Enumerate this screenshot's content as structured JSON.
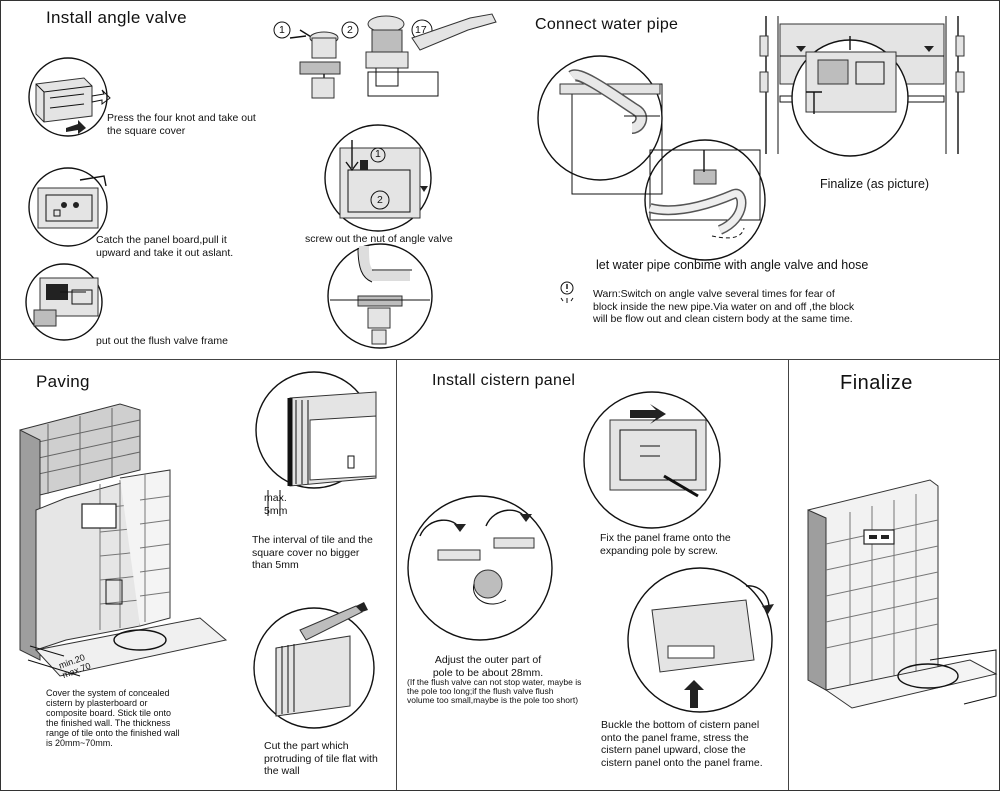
{
  "sections": {
    "install_angle_valve": {
      "title": "Install  angle valve",
      "step1": "Press the four knot and take out the square cover",
      "step2": "Catch the panel board,pull it upward and take it out aslant.",
      "step3": "put out the flush valve frame",
      "step4": "screw out the nut of angle valve",
      "markers": [
        "1",
        "2",
        "17"
      ],
      "callouts": [
        "1",
        "2"
      ]
    },
    "connect_water_pipe": {
      "title": "Connect water pipe",
      "caption_finalize": "Finalize (as picture)",
      "caption_pipe": "let water pipe conbime with angle valve and hose",
      "warn": "Warn:Switch on angle valve several times for fear of block inside the new pipe.Via water on and off ,the block will be flow out and clean cistern body at the same time."
    },
    "paving": {
      "title": "Paving",
      "dims": "min.20 max.70",
      "cover_text": "Cover the system of concealed cistern by plasterboard or composite board. Stick tile onto the finished wall. The thickness range of tile onto the finished wall is 20mm~70mm.",
      "gap_label": "max. 5mm",
      "interval_text": "The interval of tile and the square cover no bigger than 5mm",
      "cut_text": "Cut the part which protruding of tile flat with the wall"
    },
    "install_cistern_panel": {
      "title": "Install cistern panel",
      "fix_text": "Fix the panel frame onto the expanding pole by screw.",
      "adjust_text": "Adjust the outer part of pole to be about 28mm.",
      "adjust_note": "(If the flush valve can not stop water, maybe is the pole too long;if the flush valve flush volume too small,maybe is the pole too short)",
      "buckle_text": "Buckle the bottom of cistern panel onto the panel frame, stress the cistern panel upward, close the cistern panel onto the panel frame."
    },
    "finalize": {
      "title": "Finalize"
    }
  }
}
